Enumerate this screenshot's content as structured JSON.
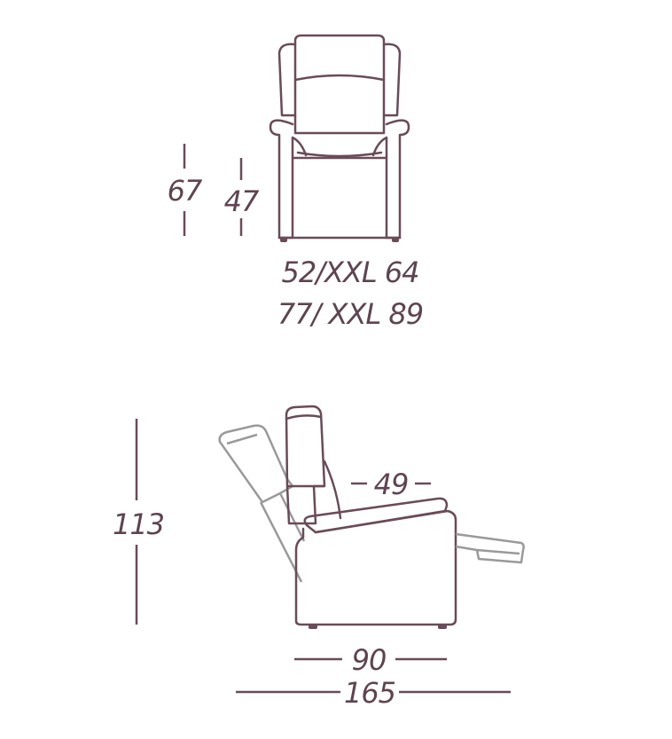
{
  "front_view": {
    "height_total": "67",
    "height_seat": "47",
    "width_line1": "52/XXL 64",
    "width_line2": "77/ XXL 89"
  },
  "side_view": {
    "height_total": "113",
    "seat_depth": "49",
    "depth_upright": "90",
    "depth_reclined": "165"
  },
  "colors": {
    "line": "#6a4b58",
    "text": "#5e4450",
    "recline_outline": "#9a9a9a"
  }
}
